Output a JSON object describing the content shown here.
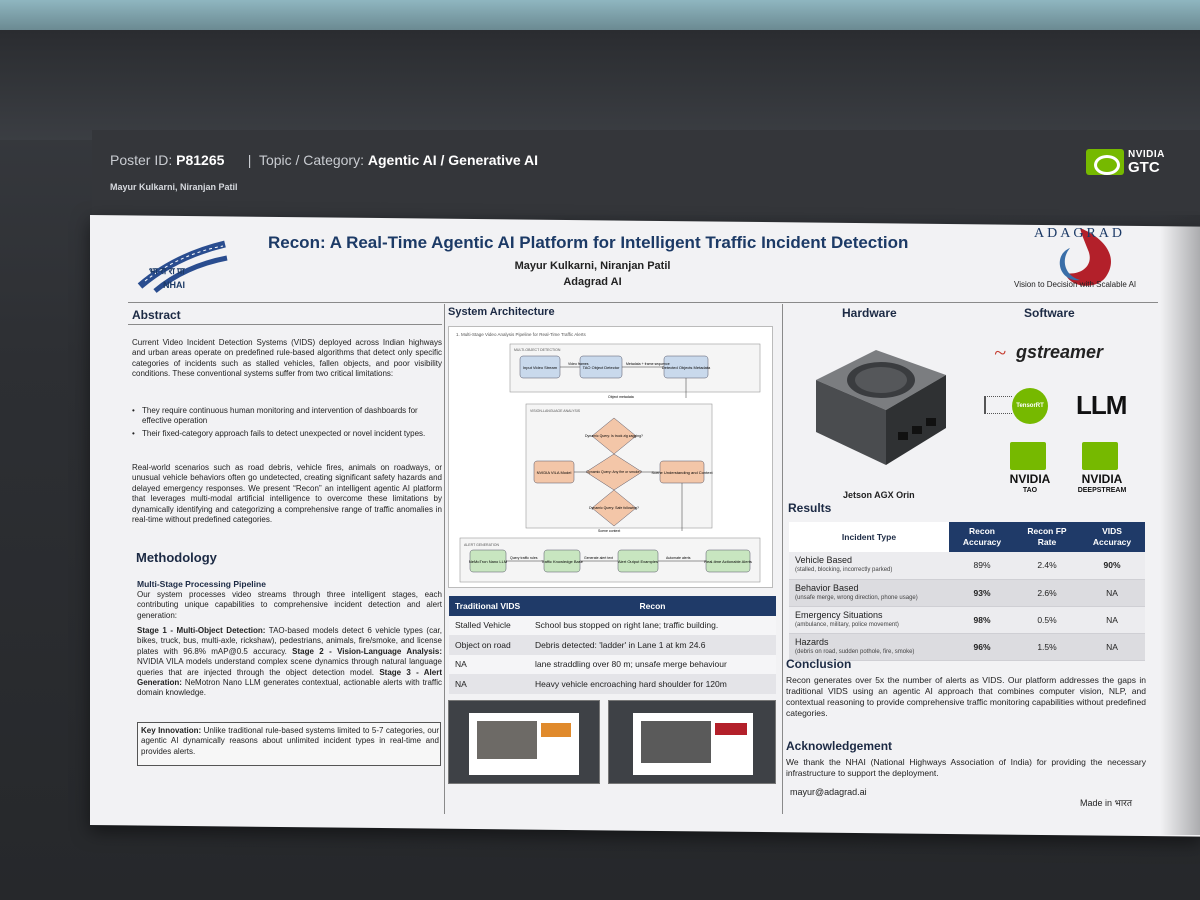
{
  "header": {
    "poster_id_label": "Poster ID:",
    "poster_id": "P81265",
    "divider": "|",
    "topic_label": "Topic / Category:",
    "topic": "Agentic AI / Generative AI",
    "authors": "Mayur Kulkarni, Niranjan Patil",
    "brand_top": "NVIDIA",
    "brand_bottom": "GTC"
  },
  "poster": {
    "title": "Recon: A Real-Time Agentic AI Platform for Intelligent Traffic Incident Detection",
    "authors": "Mayur Kulkarni, Niranjan Patil",
    "org": "Adagrad AI",
    "nhai_logo_text": "भा रा रा प्रा",
    "nhai_logo_abbr": "NHAI",
    "adagrad_name": "ADAGRAD",
    "adagrad_tagline": "Vision to Decision with Scalable AI"
  },
  "abstract": {
    "heading": "Abstract",
    "p1": "Current Video Incident Detection Systems (VIDS) deployed across Indian highways and urban areas operate on predefined rule-based algorithms that detect only specific categories of incidents such as stalled vehicles, fallen objects, and poor visibility conditions. These conventional systems suffer from two critical limitations:",
    "bullets": [
      "They require continuous human monitoring and intervention of dashboards for effective operation",
      "Their fixed-category approach fails to detect unexpected or novel incident types."
    ],
    "p2": "Real-world scenarios such as road debris, vehicle fires, animals on roadways, or unusual vehicle behaviors often go undetected, creating significant safety hazards and delayed emergency responses. We present “Recon” an intelligent agentic AI platform that leverages multi-modal artificial intelligence to overcome these limitations by dynamically identifying and categorizing a comprehensive range of traffic anomalies in real-time without predefined categories."
  },
  "methodology": {
    "heading": "Methodology",
    "subheading": "Multi-Stage Processing Pipeline",
    "intro": "Our system processes video streams through three intelligent stages, each contributing unique capabilities to comprehensive incident detection and alert generation:",
    "stage1_label": "Stage 1 - Multi-Object Detection:",
    "stage1_text": " TAO-based models detect 6 vehicle types (car, bikes, truck, bus, multi-axle, rickshaw), pedestrians, animals, fire/smoke, and license plates with 96.8% mAP@0.5 accuracy.",
    "stage2_label": "Stage 2 - Vision-Language Analysis:",
    "stage2_text": " NVIDIA VILA models understand complex scene dynamics through natural language queries that are injected through the object detection model.",
    "stage3_label": "Stage 3 - Alert Generation:",
    "stage3_text": " NeMotron Nano LLM generates contextual, actionable alerts with traffic domain knowledge.",
    "key_label": "Key Innovation:",
    "key_text": " Unlike traditional rule-based systems limited to 5-7 categories, our agentic AI dynamically reasons about unlimited incident types in real-time and provides alerts."
  },
  "architecture": {
    "heading": "System Architecture",
    "diagram_title": "1. Multi-Stage Video Analysis Pipeline for Real-Time Traffic Alerts",
    "group1": "MULTI-OBJECT DETECTION",
    "group2": "VISION-LANGUAGE ANALYSIS",
    "group3": "ALERT GENERATION",
    "n_input": "Input Video Stream",
    "n_tao": "TAO Object Detector",
    "n_detected": "Detected Objects Metadata",
    "e_frames": "Video frames",
    "e_meta": "Metadata + frame sequence",
    "e_object": "Object metadata",
    "n_vila": "NVIDIA VILA Model",
    "n_q1": "Dynamic Query: Is truck zig zagging?",
    "n_q2": "Dynamic Query: Any fire or smoke?",
    "n_q3": "Dynamic Query: Safe following?",
    "n_scene": "Scene Understanding and Context",
    "e_scene": "Scene context",
    "n_llm": "NeMoTron Nano LLM",
    "e_query": "Query traffic rules",
    "n_kb": "Traffic Knowledge Base",
    "e_gen": "Generate alert text",
    "n_alert": "Alert Output Examples",
    "e_auto": "Automate alerts",
    "n_rt": "Real-time Actionable Alerts"
  },
  "comparison": {
    "headers": [
      "Traditional VIDS",
      "Recon"
    ],
    "rows": [
      [
        "Stalled Vehicle",
        "School bus stopped on right lane; traffic building."
      ],
      [
        "Object on road",
        "Debris detected: 'ladder' in Lane 1 at km 24.6"
      ],
      [
        "NA",
        "lane straddling over 80 m; unsafe merge behaviour"
      ],
      [
        "NA",
        "Heavy vehicle encroaching hard shoulder for 120m"
      ]
    ]
  },
  "hardware": {
    "heading": "Hardware",
    "device": "Jetson AGX Orin"
  },
  "software": {
    "heading": "Software",
    "gstreamer": "gstreamer",
    "tensorrt": "TensorRT",
    "llm": "LLM",
    "nvidia": "NVIDIA",
    "tao": "TAO",
    "deepstream": "DEEPSTREAM"
  },
  "results": {
    "heading": "Results",
    "headers": [
      "Incident Type",
      "Recon Accuracy",
      "Recon FP Rate",
      "VIDS Accuracy"
    ],
    "rows": [
      {
        "type": "Vehicle Based",
        "detail": "(stalled, blocking, incorrectly parked)",
        "recon": "89%",
        "fp": "2.4%",
        "vids": "90%"
      },
      {
        "type": "Behavior Based",
        "detail": "(unsafe merge, wrong direction, phone usage)",
        "recon": "93%",
        "fp": "2.6%",
        "vids": "NA"
      },
      {
        "type": "Emergency Situations",
        "detail": "(ambulance, military, police movement)",
        "recon": "98%",
        "fp": "0.5%",
        "vids": "NA"
      },
      {
        "type": "Hazards",
        "detail": "(debris on road, sudden pothole, fire, smoke)",
        "recon": "96%",
        "fp": "1.5%",
        "vids": "NA"
      }
    ]
  },
  "conclusion": {
    "heading": "Conclusion",
    "text": "Recon generates over 5x the number of alerts as VIDS. Our platform addresses the gaps in traditional VIDS using an agentic AI approach that combines computer vision, NLP, and contextual reasoning to provide comprehensive traffic monitoring capabilities without predefined categories."
  },
  "acknowledgement": {
    "heading": "Acknowledgement",
    "text": "We thank the NHAI (National Highways Association of India) for providing the necessary infrastructure to support the deployment.",
    "email": "mayur@adagrad.ai",
    "made_in": "Made in भारत"
  },
  "colors": {
    "navy": "#1f3a68",
    "nvidia_green": "#76b900",
    "node_blue": "#c9d9ec",
    "node_orange": "#f3c6a8",
    "node_green": "#c8e6c0"
  }
}
